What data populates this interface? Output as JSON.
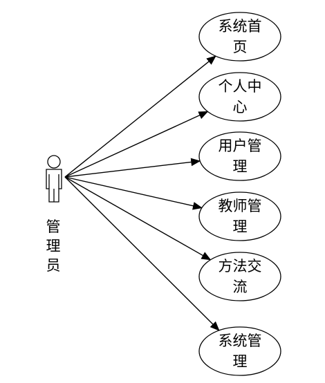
{
  "actor": {
    "name": "管理员"
  },
  "use_cases": [
    {
      "lines": [
        "系统首",
        "页"
      ]
    },
    {
      "lines": [
        "个人中",
        "心"
      ]
    },
    {
      "lines": [
        "用户管",
        "理"
      ]
    },
    {
      "lines": [
        "教师管",
        "理"
      ]
    },
    {
      "lines": [
        "方法交",
        "流"
      ]
    },
    {
      "lines": [
        "系统管",
        "理"
      ]
    }
  ]
}
